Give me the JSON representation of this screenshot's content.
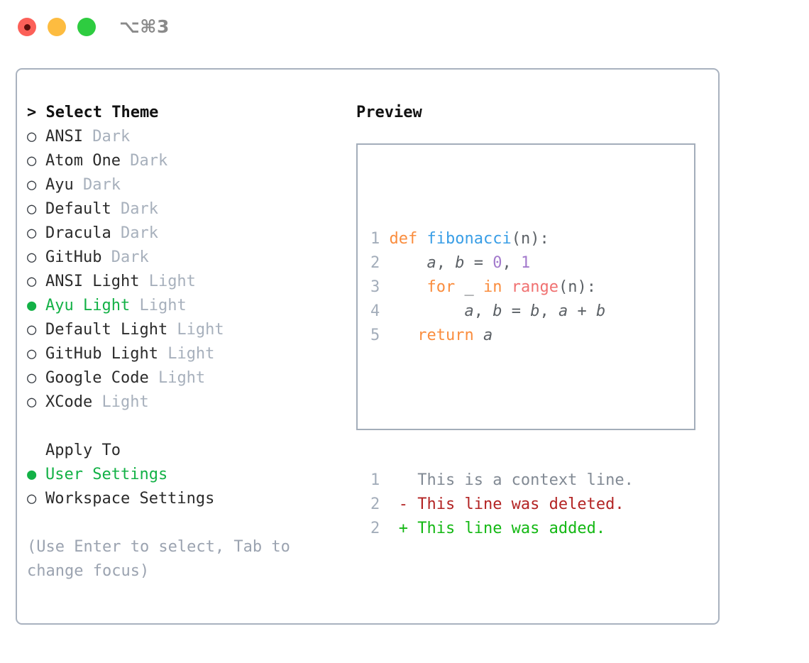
{
  "window": {
    "shortcut_label": "⌥⌘3",
    "traffic_lights": [
      {
        "name": "close-button",
        "color": "#FC6058"
      },
      {
        "name": "minimize-button",
        "color": "#FDBC40"
      },
      {
        "name": "maximize-button",
        "color": "#2ECC40"
      }
    ]
  },
  "theme_picker": {
    "header": "> Select Theme",
    "bullet_selected": "●",
    "bullet_unselected": "○",
    "items": [
      {
        "name": "ANSI",
        "variant": "Dark",
        "selected": false
      },
      {
        "name": "Atom One",
        "variant": "Dark",
        "selected": false
      },
      {
        "name": "Ayu",
        "variant": "Dark",
        "selected": false
      },
      {
        "name": "Default",
        "variant": "Dark",
        "selected": false
      },
      {
        "name": "Dracula",
        "variant": "Dark",
        "selected": false
      },
      {
        "name": "GitHub",
        "variant": "Dark",
        "selected": false
      },
      {
        "name": "ANSI Light",
        "variant": "Light",
        "selected": false
      },
      {
        "name": "Ayu Light",
        "variant": "Light",
        "selected": true
      },
      {
        "name": "Default Light",
        "variant": "Light",
        "selected": false
      },
      {
        "name": "GitHub Light",
        "variant": "Light",
        "selected": false
      },
      {
        "name": "Google Code",
        "variant": "Light",
        "selected": false
      },
      {
        "name": "XCode",
        "variant": "Light",
        "selected": false
      }
    ]
  },
  "apply_to": {
    "header": "Apply To",
    "items": [
      {
        "name": "User Settings",
        "selected": true
      },
      {
        "name": "Workspace Settings",
        "selected": false
      }
    ]
  },
  "hint": "(Use Enter to select, Tab to change focus)",
  "preview": {
    "header": "Preview",
    "code_lines": [
      {
        "num": "1",
        "tokens": [
          {
            "text": "def ",
            "kind": "kw"
          },
          {
            "text": "fibonacci",
            "kind": "fn"
          },
          {
            "text": "(n):",
            "kind": "punct"
          }
        ]
      },
      {
        "num": "2",
        "tokens": [
          {
            "text": "    ",
            "kind": "plain"
          },
          {
            "text": "a",
            "kind": "var"
          },
          {
            "text": ", ",
            "kind": "punct"
          },
          {
            "text": "b",
            "kind": "var"
          },
          {
            "text": " = ",
            "kind": "punct"
          },
          {
            "text": "0",
            "kind": "num"
          },
          {
            "text": ", ",
            "kind": "punct"
          },
          {
            "text": "1",
            "kind": "num"
          }
        ]
      },
      {
        "num": "3",
        "tokens": [
          {
            "text": "    ",
            "kind": "plain"
          },
          {
            "text": "for",
            "kind": "kw"
          },
          {
            "text": " _ ",
            "kind": "punct"
          },
          {
            "text": "in",
            "kind": "kw"
          },
          {
            "text": " ",
            "kind": "plain"
          },
          {
            "text": "range",
            "kind": "call"
          },
          {
            "text": "(n):",
            "kind": "punct"
          }
        ]
      },
      {
        "num": "4",
        "tokens": [
          {
            "text": "        ",
            "kind": "plain"
          },
          {
            "text": "a",
            "kind": "var"
          },
          {
            "text": ", ",
            "kind": "punct"
          },
          {
            "text": "b",
            "kind": "var"
          },
          {
            "text": " = ",
            "kind": "punct"
          },
          {
            "text": "b",
            "kind": "var"
          },
          {
            "text": ", ",
            "kind": "punct"
          },
          {
            "text": "a",
            "kind": "var"
          },
          {
            "text": " + ",
            "kind": "punct"
          },
          {
            "text": "b",
            "kind": "var"
          }
        ]
      },
      {
        "num": "5",
        "tokens": [
          {
            "text": "   ",
            "kind": "plain"
          },
          {
            "text": "return",
            "kind": "kw"
          },
          {
            "text": " ",
            "kind": "plain"
          },
          {
            "text": "a",
            "kind": "var"
          }
        ]
      }
    ],
    "diff_lines": [
      {
        "num": "1",
        "marker": " ",
        "text": "This is a context line.",
        "kind": "ctx"
      },
      {
        "num": "2",
        "marker": "-",
        "text": "This line was deleted.",
        "kind": "del"
      },
      {
        "num": "2",
        "marker": "+",
        "text": "This line was added.",
        "kind": "add"
      }
    ]
  },
  "colors": {
    "accent_green": "#13B146",
    "muted": "#A7B0BC",
    "border": "#A9B2BF",
    "keyword": "#FA8D3E",
    "function": "#399EE6",
    "number": "#A37ACC",
    "call": "#F07171",
    "diff_delete": "#B32424",
    "diff_add": "#14B814"
  }
}
